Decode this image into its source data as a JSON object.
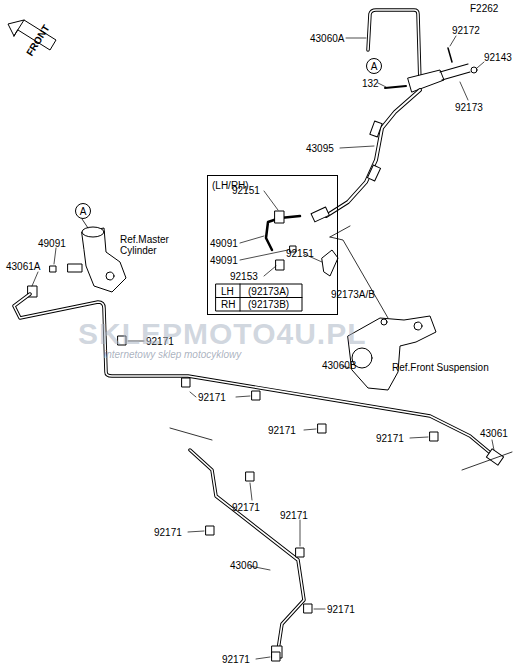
{
  "diagram": {
    "nodes": [
      {
        "text": [
          "(LH/RH)"
        ]
      },
      {
        "text": [
          "A"
        ]
      },
      {
        "text": [
          "A"
        ]
      }
    ],
    "labels": [
      "F2262",
      "FRONT",
      "43060A",
      "92172",
      "92143",
      "132",
      "92173",
      "43095",
      "92151",
      "49091",
      "49091",
      "92153",
      "92151",
      "92173A/B",
      "LH",
      "(92173A)",
      "RH",
      "(92173B)",
      "Ref.Master Cylinder",
      "49091",
      "43061A",
      "92171",
      "43060B",
      "Ref.Front Suspension",
      "92171",
      "92171",
      "92171",
      "43061",
      "92171",
      "92171",
      "92171",
      "43060",
      "92171",
      "92171",
      "SKLEPMOTO4U.PL",
      "internetowy sklep motocyklowy"
    ]
  }
}
